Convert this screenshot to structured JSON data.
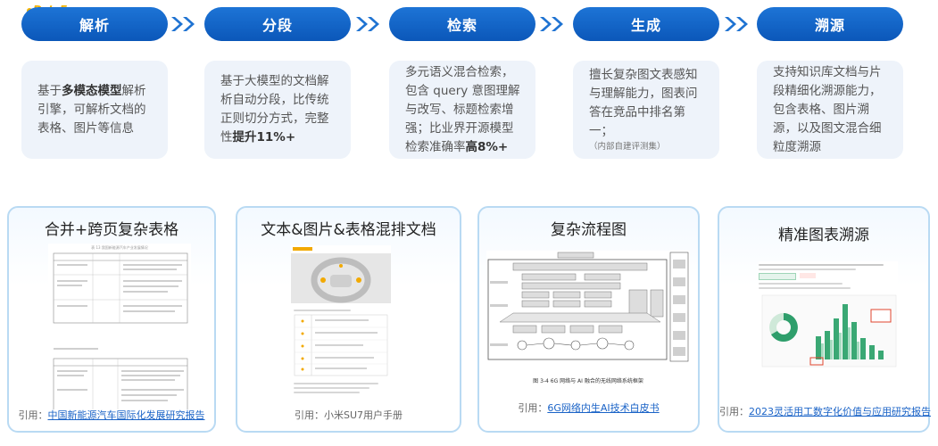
{
  "logo": {
    "text": "DataFun"
  },
  "steps": [
    {
      "label": "解析",
      "desc": [
        "基于",
        "多模态模型",
        "解析引擎，可解析文档的表格、图片等信息"
      ]
    },
    {
      "label": "分段",
      "desc": [
        "基于大模型的文档解析自动分段，比传统正则切分方式，完整性",
        "提升11%+"
      ]
    },
    {
      "label": "检索",
      "desc": [
        "多元语义混合检索，包含 query 意图理解与改写、标题检索增强；比业界开源模型检索准确率",
        "高8%+"
      ]
    },
    {
      "label": "生成",
      "desc": [
        "擅长复杂图文表感知与理解能力，图表问答在竞品中排名第一；"
      ],
      "note": "（内部自建评测集）"
    },
    {
      "label": "溯源",
      "desc": [
        "支持知识库文档与片段精细化溯源能力，包含表格、图片溯源，以及图文混合细粒度溯源"
      ]
    }
  ],
  "cards": [
    {
      "title": "合并+跨页复杂表格",
      "cite_prefix": "引用：",
      "cite_link": "中国新能源汽车国际化发展研究报告",
      "doc_heading": "表 13  我国新能源汽车产业发展情况"
    },
    {
      "title": "文本&图片&表格混排文档",
      "cite_prefix": "引用：",
      "cite_link": "小米SU7用户手册"
    },
    {
      "title": "复杂流程图",
      "cite_prefix": "引用：",
      "cite_link": "6G网络内生AI技术白皮书",
      "figure_caption": "图 3-4    6G 网络与 AI 融合的无线网络系统框架"
    },
    {
      "title": "精准图表溯源",
      "cite_prefix": "引用：",
      "cite_link": "2023灵活用工数字化价值与应用研究报告"
    }
  ]
}
